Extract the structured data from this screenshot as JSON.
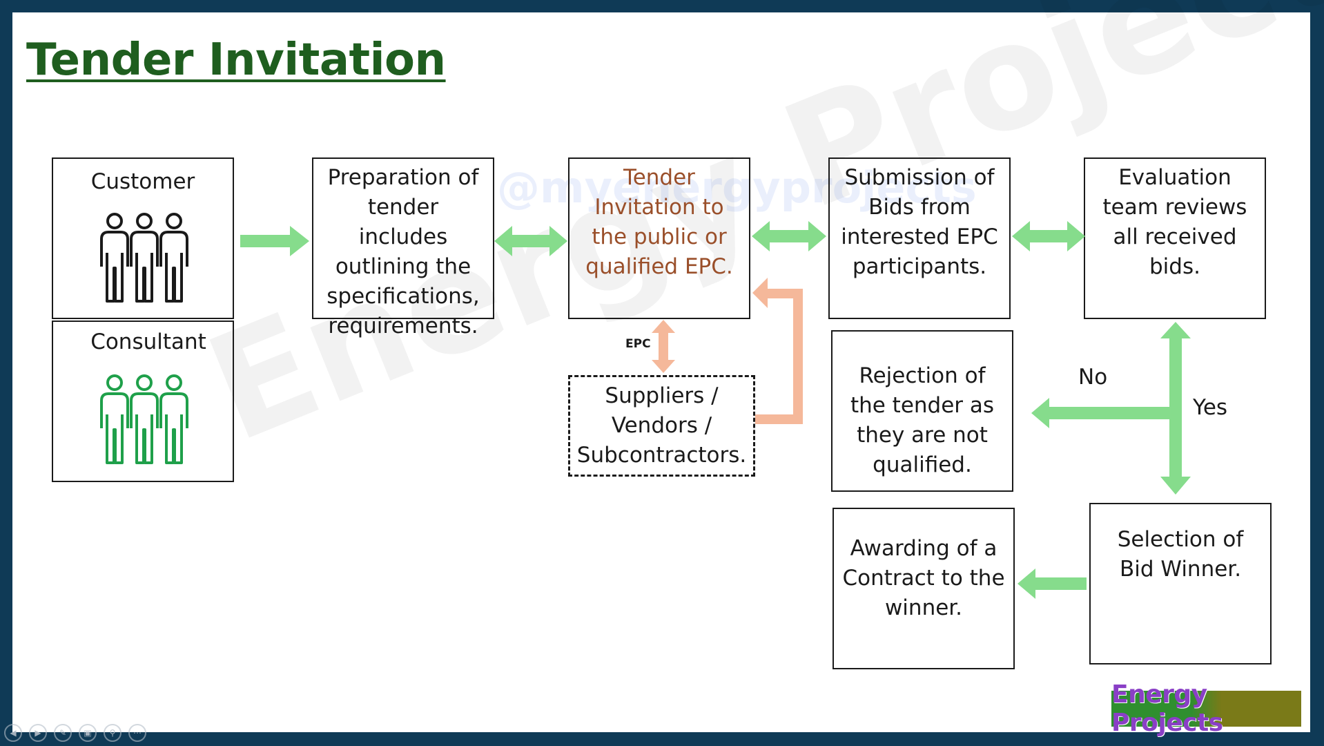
{
  "title": "Tender Invitation",
  "watermarks": {
    "big": "Energy Projects",
    "handle": "@myenergyprojects"
  },
  "stakeholders": [
    {
      "label": "Customer",
      "icon": "people-group-icon",
      "color": "#1a1a1a"
    },
    {
      "label": "Consultant",
      "icon": "people-group-icon",
      "color": "#1fa04a"
    }
  ],
  "steps": {
    "preparation": "Preparation of tender includes outlining the specifications, requirements.",
    "invitation": "Tender Invitation to the public or qualified EPC.",
    "submission": "Submission of Bids from interested EPC participants.",
    "evaluation": "Evaluation team reviews all received bids.",
    "suppliers": "Suppliers / Vendors / Subcontractors.",
    "rejection": "Rejection of the tender as they are not qualified.",
    "selection": "Selection of Bid Winner.",
    "awarding": "Awarding of  a Contract to the winner."
  },
  "decision": {
    "no": "No",
    "yes": "Yes"
  },
  "epc_label": "EPC",
  "logo": "Energy Projects",
  "colors": {
    "green_arrow": "#86dc8c",
    "orange_arrow": "#f5b89a",
    "title": "#1f5e1f",
    "accent_text": "#9a4f2a",
    "frame": "#0f3a56"
  },
  "nav_icons": [
    "back-icon",
    "play-icon",
    "pen-icon",
    "slides-icon",
    "zoom-icon",
    "more-icon"
  ]
}
